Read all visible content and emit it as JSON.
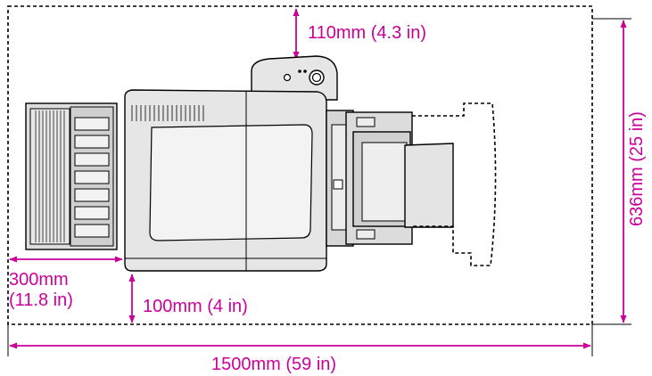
{
  "colors": {
    "dimension": "#cc0099",
    "outline": "#000000",
    "fill_light": "#e6e6e6",
    "fill_mid": "#cfcfcf",
    "background": "#ffffff"
  },
  "labels": {
    "top_clearance": "110mm (4.3 in)",
    "left_clearance_line1": "300mm",
    "left_clearance_line2": "(11.8 in)",
    "bottom_clearance": "100mm (4 in)",
    "width": "1500mm (59 in)",
    "height": "636mm (25 in)"
  }
}
